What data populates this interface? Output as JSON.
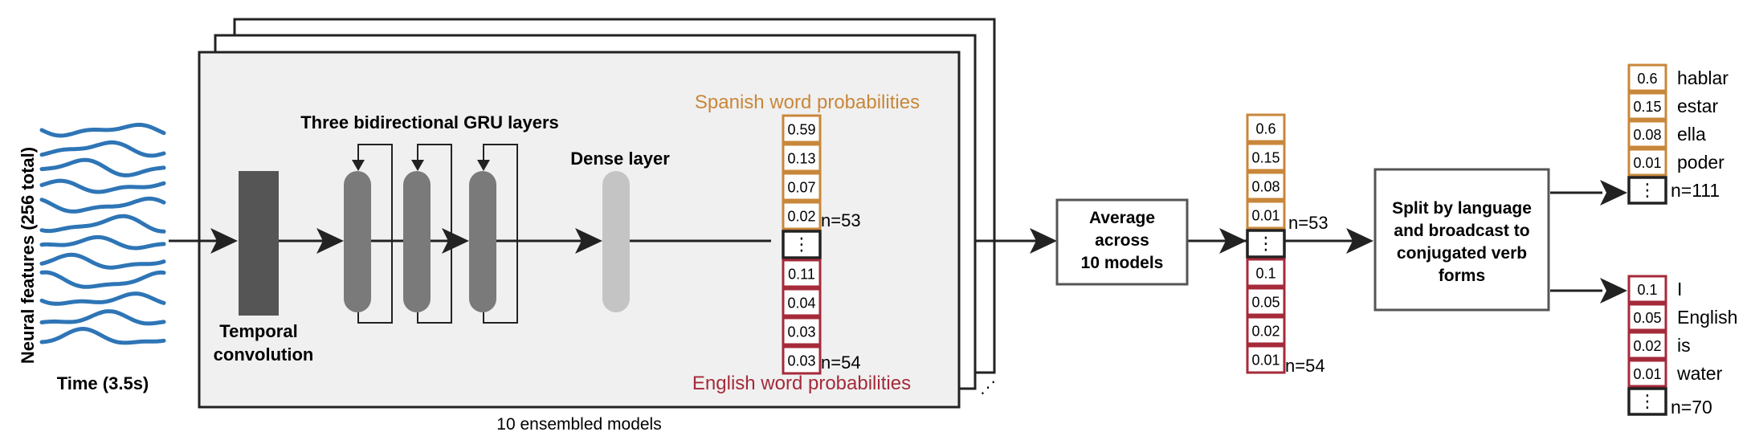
{
  "input": {
    "ylabel": "Neural features (256 total)",
    "xlabel": "Time (3.5s)",
    "wave_color": "#2e75b6"
  },
  "model": {
    "stack_label": "10 ensembled models",
    "conv_label_1": "Temporal",
    "conv_label_2": "convolution",
    "gru_label": "Three bidirectional GRU layers",
    "dense_label": "Dense layer",
    "spanish_label": "Spanish word probabilities",
    "english_label": "English word probabilities",
    "spanish_probs": [
      "0.59",
      "0.13",
      "0.07",
      "0.02"
    ],
    "english_probs": [
      "0.11",
      "0.04",
      "0.03",
      "0.03"
    ],
    "ellipsis": "⋮",
    "stack_ellipsis": "⋰",
    "spanish_n": "n=53",
    "english_n": "n=54"
  },
  "average": {
    "line1": "Average",
    "line2": "across",
    "line3": "10 models",
    "spanish_probs": [
      "0.6",
      "0.15",
      "0.08",
      "0.01"
    ],
    "english_probs": [
      "0.1",
      "0.05",
      "0.02",
      "0.01"
    ],
    "spanish_n": "n=53",
    "english_n": "n=54"
  },
  "split": {
    "line1": "Split by language",
    "line2": "and broadcast to",
    "line3": "conjugated verb",
    "line4": "forms"
  },
  "spanish_out": {
    "probs": [
      "0.6",
      "0.15",
      "0.08",
      "0.01"
    ],
    "words": [
      "hablar",
      "estar",
      "ella",
      "poder"
    ],
    "n": "n=111"
  },
  "english_out": {
    "probs": [
      "0.1",
      "0.05",
      "0.02",
      "0.01"
    ],
    "words": [
      "I",
      "English",
      "is",
      "water"
    ],
    "n": "n=70"
  },
  "colors": {
    "spanish": "#c8873a",
    "english": "#a52a3a",
    "panel_bg": "#f0f0f0",
    "conv": "#555555",
    "gru": "#7a7a7a",
    "dense": "#c4c4c4"
  }
}
